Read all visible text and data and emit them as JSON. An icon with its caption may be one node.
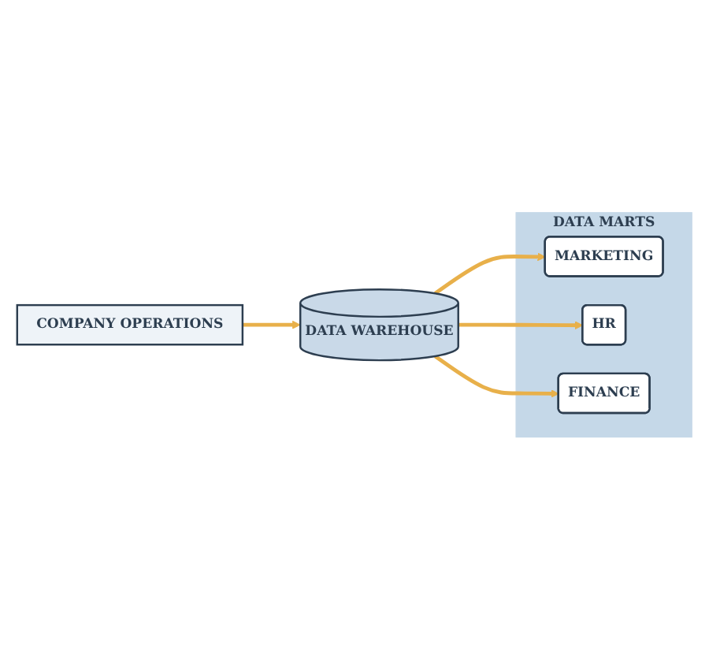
{
  "diagram": {
    "nodes": [
      {
        "text": [
          "COMPANY OPERATIONS"
        ]
      },
      {
        "text": [
          "DATA WAREHOUSE"
        ]
      },
      {
        "text": [
          "DATA MARTS"
        ]
      },
      {
        "text": [
          "MARKETING"
        ],
        "in": 2
      },
      {
        "text": [
          "HR"
        ],
        "in": 2
      },
      {
        "text": [
          "FINANCE"
        ],
        "in": 2
      }
    ],
    "edges": [
      {
        "from": 0,
        "to": 1,
        "arrow": "to"
      },
      {
        "from": 1,
        "to": 3,
        "arrow": "to"
      },
      {
        "from": 1,
        "to": 4,
        "arrow": "to"
      },
      {
        "from": 1,
        "to": 5,
        "arrow": "to"
      }
    ]
  }
}
